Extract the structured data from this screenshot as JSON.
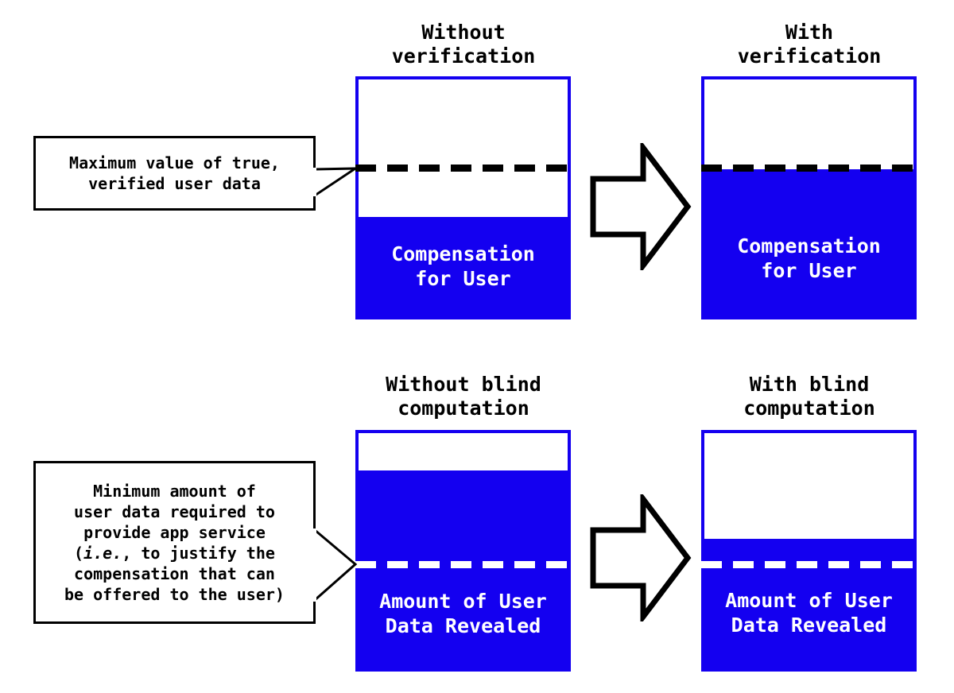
{
  "colors": {
    "blue": "#1400f0",
    "black": "#000000",
    "white": "#ffffff"
  },
  "diagram": {
    "title_top_left": "Without\nverification",
    "title_top_right": "With\nverification",
    "title_bottom_left": "Without blind\ncomputation",
    "title_bottom_right": "With blind\ncomputation"
  },
  "panels": [
    {
      "id": "top-left",
      "title": "Without\nverification",
      "fill_label": "Compensation\nfor User",
      "fill_percent": 42,
      "threshold_percent": 62,
      "threshold_style": "black-dashed"
    },
    {
      "id": "top-right",
      "title": "With\nverification",
      "fill_label": "Compensation\nfor User",
      "fill_percent": 62,
      "threshold_percent": 62,
      "threshold_style": "black-dashed"
    },
    {
      "id": "bottom-left",
      "title": "Without blind\ncomputation",
      "fill_label": "Amount of User\nData Revealed",
      "fill_percent": 84,
      "threshold_percent": 44,
      "threshold_style": "white-dashed"
    },
    {
      "id": "bottom-right",
      "title": "With blind\ncomputation",
      "fill_label": "Amount of User\nData Revealed",
      "fill_percent": 55,
      "threshold_percent": 44,
      "threshold_style": "white-dashed"
    }
  ],
  "callouts": [
    {
      "id": "max-value",
      "text": "Maximum value of true,\nverified user data",
      "points_to": "top-left-threshold"
    },
    {
      "id": "min-amount",
      "text_lines": [
        "Minimum amount of",
        "user data required to",
        "provide app service",
        "(i.e., to justify the",
        "compensation that can",
        "be offered to the user)"
      ],
      "italic_fragment": "i.e.",
      "points_to": "bottom-left-threshold"
    }
  ],
  "arrows": [
    {
      "id": "top-transition",
      "direction": "right"
    },
    {
      "id": "bottom-transition",
      "direction": "right"
    }
  ]
}
